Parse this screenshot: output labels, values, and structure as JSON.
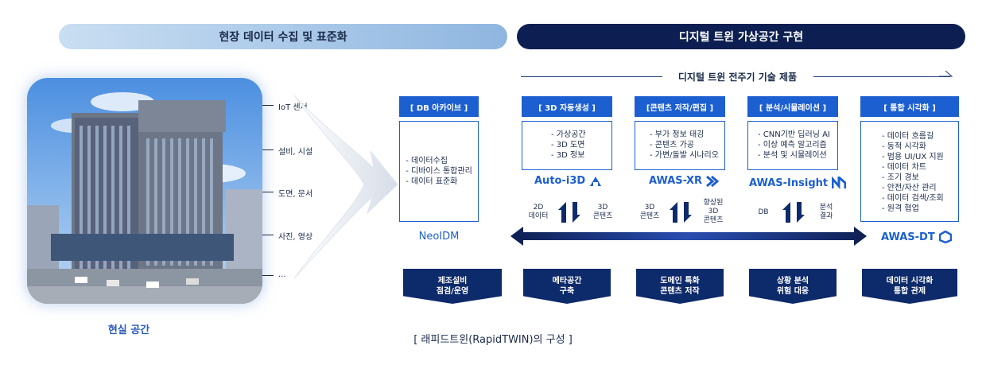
{
  "banners": {
    "left": "현장 데이터 수집 및 표준화",
    "right": "디지털 트윈 가상공간 구현"
  },
  "lifecycle_label": "디지털 트윈 전주기 기술 제품",
  "sources": [
    "IoT 센서",
    "설비, 시설",
    "도면, 문서",
    "사진, 영상",
    "..."
  ],
  "real_space_label": "현실 공간",
  "columns": [
    {
      "head": "[ DB 아카이브 ]",
      "items": [
        "- 데이터수집",
        "- 디바이스 통합관리",
        "- 데이터 표준화"
      ],
      "product": "NeoIDM",
      "bottom": [
        "제조설비",
        "점검/운영"
      ]
    },
    {
      "head": "[ 3D 자동생성 ]",
      "items": [
        "- 가상공간",
        "- 3D 도면",
        "- 3D 정보"
      ],
      "product": "Auto-i3D",
      "bottom": [
        "메타공간",
        "구축"
      ]
    },
    {
      "head": "[콘텐츠 저작/편집 ]",
      "items": [
        "- 부가 정보 태깅",
        "- 콘텐츠 가공",
        "- 가변/돌발 시나리오"
      ],
      "product": "AWAS-XR",
      "bottom": [
        "도메인 특화",
        "콘텐츠 저작"
      ]
    },
    {
      "head": "[ 분석/시뮬레이션 ]",
      "items": [
        "- CNN기반 딥러닝 AI",
        "- 이상 예측 알고리즘",
        "- 분석 및 시뮬레이션"
      ],
      "product": "AWAS-Insight",
      "bottom": [
        "상황 분석",
        "위험 대응"
      ]
    },
    {
      "head": "[ 통합 시각화 ]",
      "items": [
        "- 데이터 흐름길",
        "- 동적 시각화",
        "- 범용 UI/UX 지원",
        "- 데이터 차트",
        "- 조기 경보",
        "- 안전/자산 관리",
        "- 데이터 검색/조회",
        "- 원격 협업"
      ],
      "product": "AWAS-DT",
      "bottom": [
        "데이터 시각화",
        "통합 관제"
      ]
    }
  ],
  "flows": [
    {
      "left": [
        "2D",
        "데이터"
      ],
      "right": [
        "3D",
        "콘텐츠"
      ]
    },
    {
      "left": [
        "3D",
        "콘텐츠"
      ],
      "right": [
        "향상된",
        "3D",
        "콘텐츠"
      ]
    },
    {
      "left": [
        "DB"
      ],
      "right": [
        "분석",
        "결과"
      ]
    }
  ],
  "caption": "[ 래피드트윈(RapidTWIN)의 구성 ]",
  "colors": {
    "navy": "#0d1f52",
    "blue": "#1c5fd0",
    "light_blue": "#c9def2"
  },
  "icons": [
    "building-photo",
    "chevron-arrow-icon",
    "flow-arrows-icon",
    "double-arrow-icon",
    "product-logo-icon"
  ]
}
